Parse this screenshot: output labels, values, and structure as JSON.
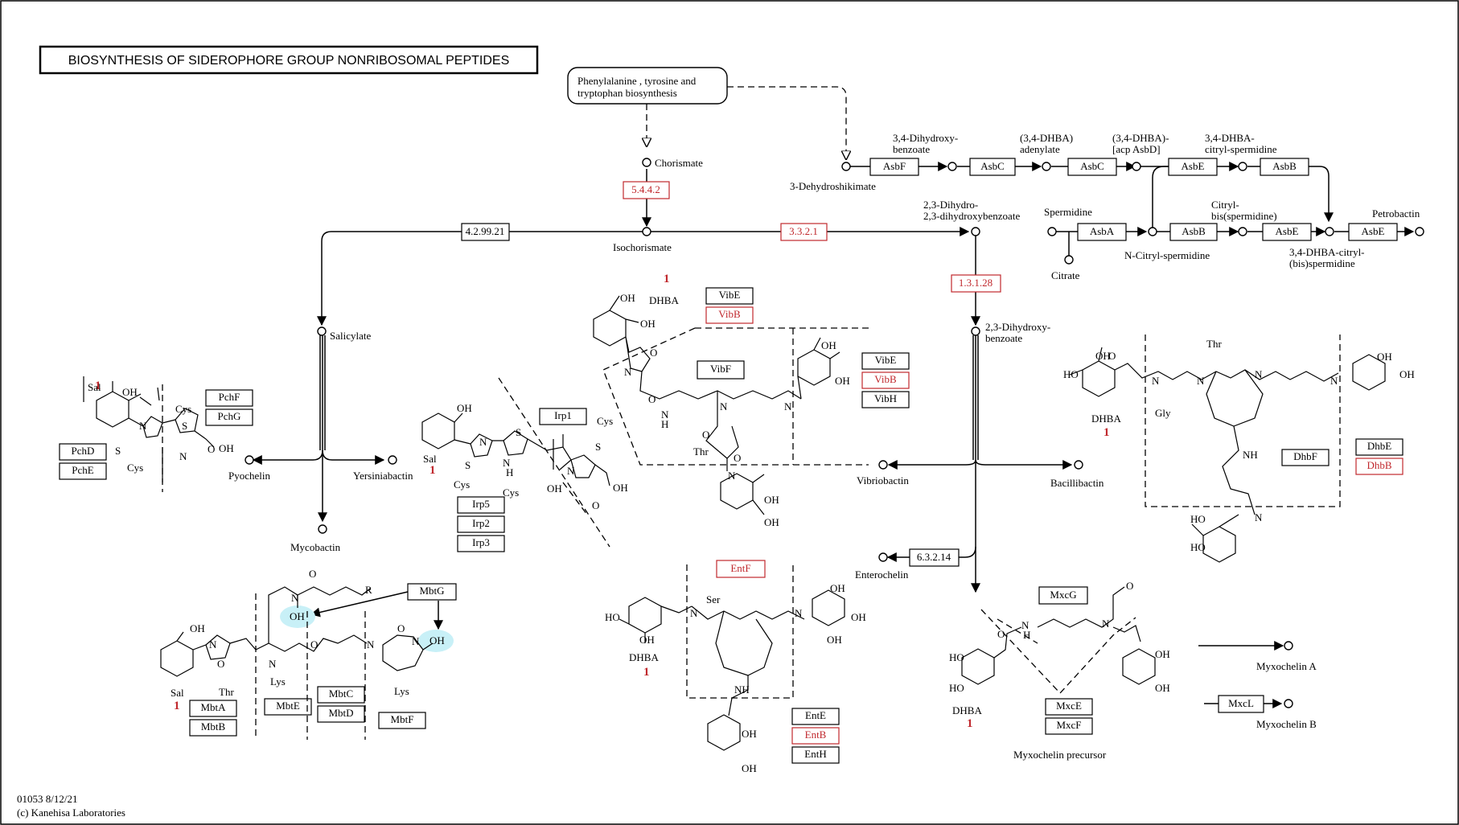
{
  "title": "BIOSYNTHESIS OF SIDEROPHORE GROUP NONRIBOSOMAL PEPTIDES",
  "map_ref": {
    "line1": "01053 8/12/21",
    "line2": "(c) Kanehisa Laboratories"
  },
  "colors": {
    "highlight_red": "#c0282d",
    "oh_highlight": "#c8f0f7",
    "line": "#000000"
  },
  "pathway_link": {
    "line1": "Phenylalanine , tyrosine and",
    "line2": "tryptophan biosynthesis"
  },
  "compounds": {
    "chorismate": "Chorismate",
    "isochorismate": "Isochorismate",
    "salicylate": "Salicylate",
    "pyochelin": "Pyochelin",
    "yersiniabactin": "Yersiniabactin",
    "mycobactin": "Mycobactin",
    "dehydroshikimate": "3-Dehydroshikimate",
    "dhb_cmp1": "3,4-Dihydroxy-",
    "dhb_cmp2": "benzoate",
    "dhba_aden1": "(3,4-DHBA)",
    "dhba_aden2": "adenylate",
    "dhba_acp1": "(3,4-DHBA)-",
    "dhba_acp2": "[acp AsbD]",
    "dhba_cit1": "3,4-DHBA-",
    "dhba_cit2": "citryl-spermidine",
    "dihydro1": "2,3-Dihydro-",
    "dihydro2": "2,3-dihydroxybenzoate",
    "spermidine": "Spermidine",
    "citrate": "Citrate",
    "n_citryl": "N-Citryl-spermidine",
    "citryl_bis1": "Citryl-",
    "citryl_bis2": "bis(spermidine)",
    "petrobactin": "Petrobactin",
    "dhba_bis1": "3,4-DHBA-citryl-",
    "dhba_bis2": "(bis)spermidine",
    "dhbz1": "2,3-Dihydroxy-",
    "dhbz2": "benzoate",
    "vibriobactin": "Vibriobactin",
    "bacillibactin": "Bacillibactin",
    "enterochelin": "Enterochelin",
    "myxochelin_a": "Myxochelin A",
    "myxochelin_b": "Myxochelin B",
    "myxochelin_precursor": "Myxochelin precursor"
  },
  "enzymes": {
    "e5442": "5.4.4.2",
    "e42992": "4.2.99.21",
    "e3321": "3.3.2.1",
    "e13128": "1.3.1.28",
    "e63214": "6.3.2.14",
    "asbf": "AsbF",
    "asbc1": "AsbC",
    "asbc2": "AsbC",
    "asbe1": "AsbE",
    "asbb1": "AsbB",
    "asba": "AsbA",
    "asbb2": "AsbB",
    "asbe2": "AsbE",
    "asbe3": "AsbE",
    "pchf": "PchF",
    "pchg": "PchG",
    "pchd": "PchD",
    "pche": "PchE",
    "irp1": "Irp1",
    "irp5": "Irp5",
    "irp2": "Irp2",
    "irp3": "Irp3",
    "vibe1": "VibE",
    "vibb1": "VibB",
    "vibf": "VibF",
    "vibe2": "VibE",
    "vibb2": "VibB",
    "vibh": "VibH",
    "dhbe": "DhbE",
    "dhbb": "DhbB",
    "dhbf": "DhbF",
    "entf": "EntF",
    "ente": "EntE",
    "entb": "EntB",
    "enth": "EntH",
    "mxcg": "MxcG",
    "mxce": "MxcE",
    "mxcf": "MxcF",
    "mxcl": "MxcL",
    "mbtg": "MbtG",
    "mbta": "MbtA",
    "mbtb": "MbtB",
    "mbte": "MbtE",
    "mbtc": "MbtC",
    "mbtd": "MbtD",
    "mbtf": "MbtF"
  },
  "structure_labels": {
    "one": "1",
    "sal": "Sal",
    "cys": "Cys",
    "dhba": "DHBA",
    "thr": "Thr",
    "ser": "Ser",
    "gly": "Gly",
    "lys": "Lys",
    "oh": "OH",
    "o": "O",
    "n": "N",
    "s": "S",
    "h": "H",
    "nh": "NH",
    "ho": "HO",
    "r": "R"
  }
}
